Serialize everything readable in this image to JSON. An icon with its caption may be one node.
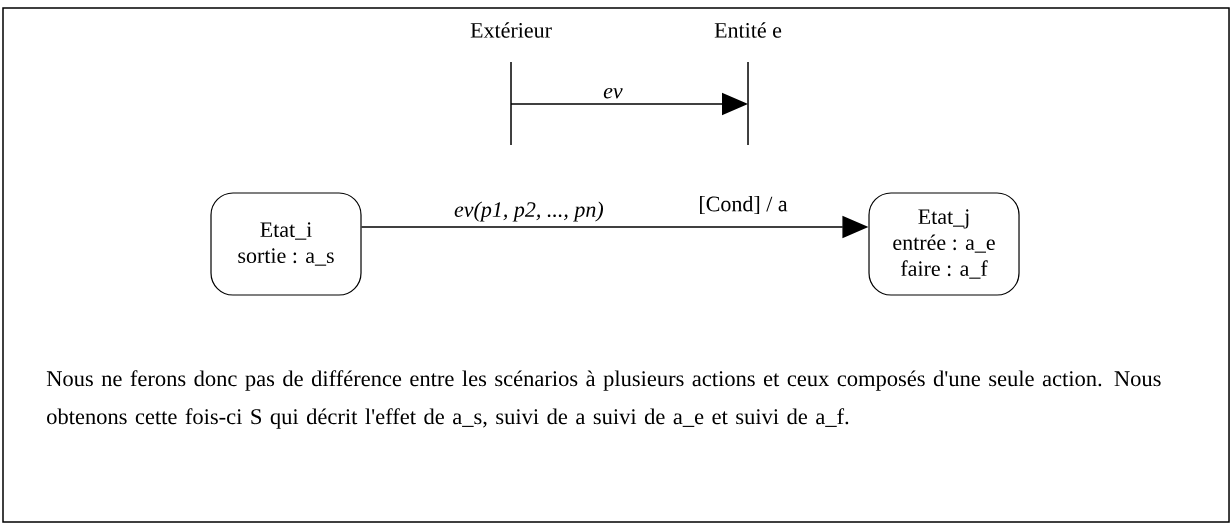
{
  "diagram": {
    "nodes": [
      {
        "text": [
          "Extérieur"
        ]
      },
      {
        "text": [
          "Entité e"
        ]
      },
      {
        "text": [
          "Etat_i",
          "sortie :  a_s"
        ]
      },
      {
        "text": [
          "Etat_j",
          "entrée : a_e",
          "faire   : a_f"
        ]
      }
    ],
    "edges": [
      {
        "from": 0,
        "to": 1,
        "arrow": "to",
        "label": "ev"
      },
      {
        "from": 2,
        "to": 3,
        "arrow": "to",
        "label": "ev(p1, p2, ..., pn)"
      }
    ],
    "labels": [
      "[Cond] / a",
      "Nous ne ferons donc pas de différence entre les scénarios à plusieurs actions et ceux composés d'une seule action. Nous obtenons cette fois-ci S qui décrit l'effet de a_s, suivi de a suivi de a_e et suivi de a_f."
    ]
  }
}
